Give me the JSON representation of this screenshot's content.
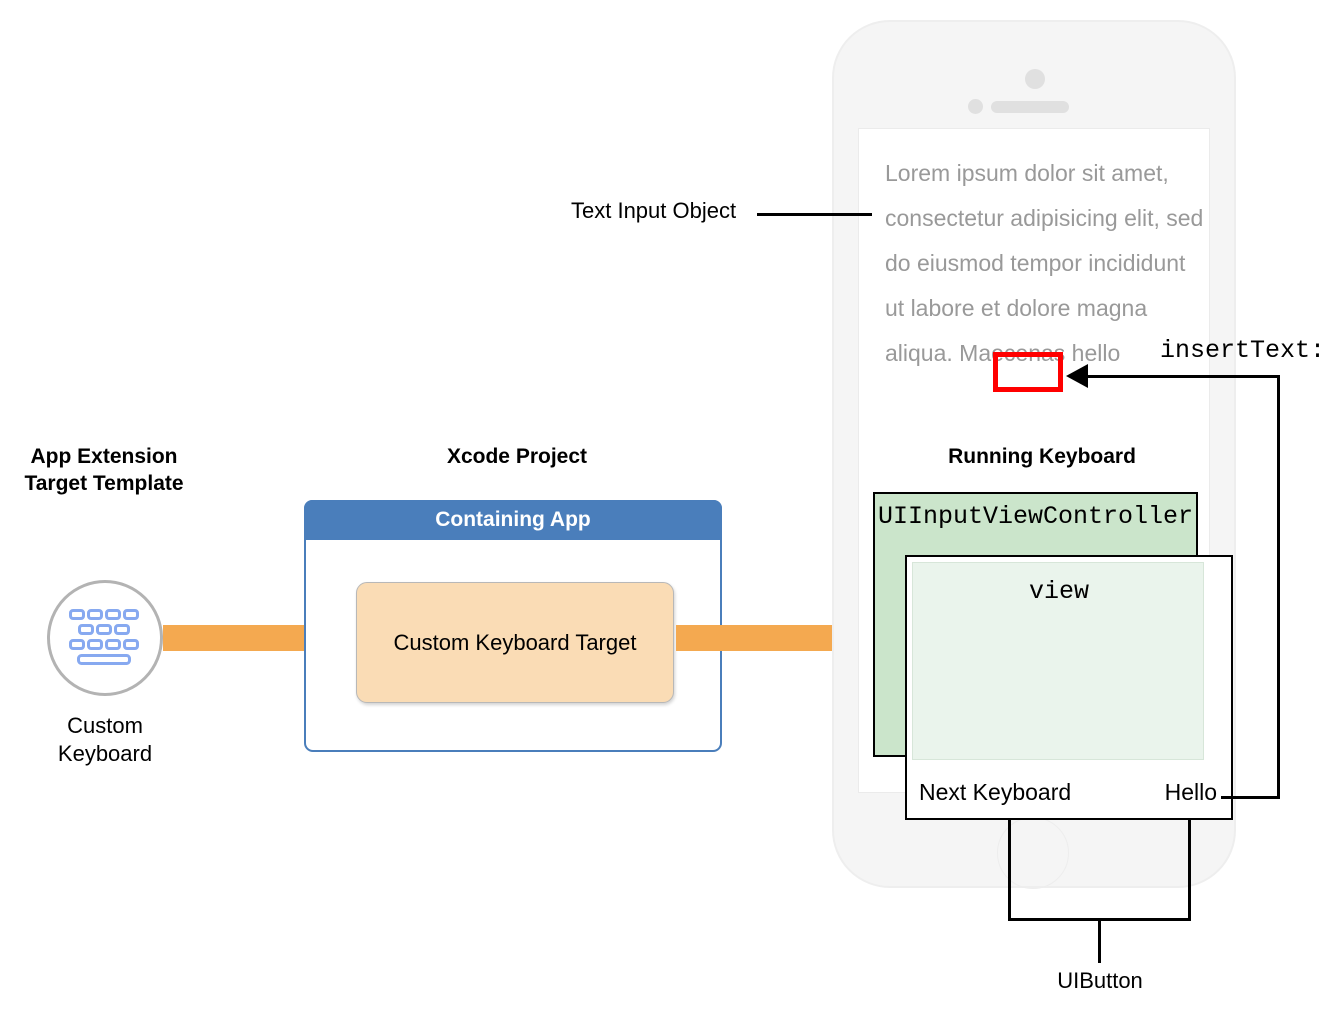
{
  "sections": {
    "app_extension": {
      "caption": "App Extension\nTarget Template",
      "icon_name": "keyboard-icon",
      "item_label": "Custom\nKeyboard"
    },
    "xcode_project": {
      "caption": "Xcode Project",
      "containing_app_label": "Containing App",
      "target_label": "Custom Keyboard Target"
    },
    "running_keyboard": {
      "caption": "Running Keyboard",
      "controller_label": "UIInputViewController",
      "view_label": "view",
      "buttons": [
        {
          "label": "Next Keyboard"
        },
        {
          "label": "Hello"
        }
      ]
    }
  },
  "phone": {
    "screen_text": "Lorem ipsum dolor sit amet, consectetur adipisicing elit, sed do eiusmod tempor incididunt ut labore et dolore magna aliqua. Maecenas hello",
    "inserted_word": "hello"
  },
  "callouts": {
    "text_input": "Text Input Object",
    "insert_text": "insertText:",
    "uibutton": "UIButton"
  },
  "colors": {
    "accent_orange": "#f4a950",
    "target_fill": "#fadcb5",
    "containing_app_blue": "#4a7ebb",
    "controller_green": "#cbe5cb",
    "view_green": "#eaf4ec",
    "highlight_red": "#ff0000",
    "icon_blue": "#87a9f0",
    "phone_body": "#f5f5f5",
    "placeholder_text": "#999999"
  }
}
